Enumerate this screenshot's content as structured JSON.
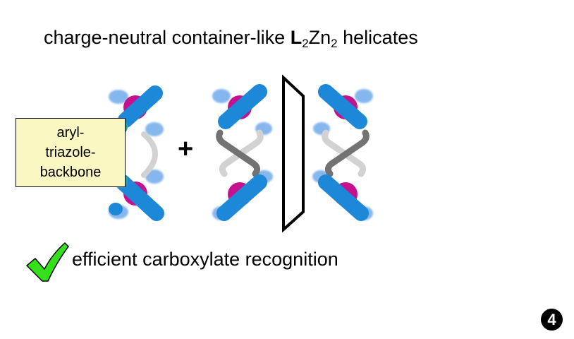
{
  "title": {
    "prefix": "charge-neutral container-like ",
    "formula_L": "L",
    "formula_L_sub": "2",
    "formula_Zn": "Zn",
    "formula_Zn_sub": "2",
    "suffix": " helicates"
  },
  "backbone_label": {
    "line1": "aryl-",
    "line2": "triazole-",
    "line3": "backbone"
  },
  "plus_sign": "+",
  "conclusion": {
    "icon": "check-icon",
    "text": "efficient carboxylate recognition"
  },
  "page_number": "4",
  "colors": {
    "ligand_blue": "#1e88d8",
    "light_blue": "#86b6ee",
    "zinc_magenta": "#c8108f",
    "backbone_gray": "#727272",
    "backbone_light": "#d2d2d2",
    "backbone_olive": "#9c9a52",
    "joint_teal": "#3a9c98",
    "label_fill": "#fbf7c2",
    "check_green": "#33e01a"
  }
}
